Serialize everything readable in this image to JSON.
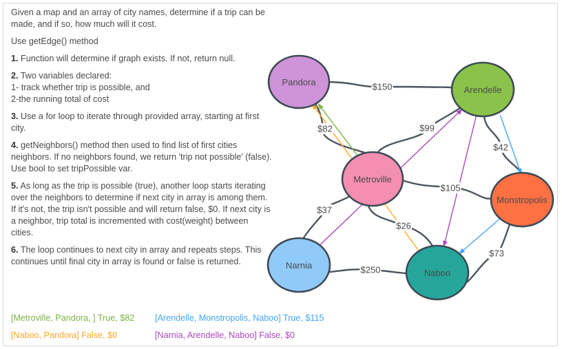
{
  "intro": "Given a map and an array of city names, determine if a trip can be made, and if so, how much will it cost.",
  "method": "Use getEdge() method",
  "steps": [
    {
      "num": "1.",
      "text": " Function will determine if graph exists. If not, return null."
    },
    {
      "num": "2.",
      "text": " Two variables declared:",
      "sub": [
        "1- track whether trip is possible, and",
        "2-the running total of cost"
      ]
    },
    {
      "num": "3.",
      "text": " Use a for loop to iterate through provided array, starting at first city."
    },
    {
      "num": "4.",
      "text": " getNeighbors() method then used to find list of first cities neighbors. If no neighbors found, we return 'trip not possible' (false). Use bool to set tripPossible var."
    },
    {
      "num": "5.",
      "text": " As long as the trip is possible (true), another loop starts iterating over the neighbors to determine if next city in array is among them. If it's not, the trip isn't possible and will return false, $0. If next city is a neighbor, trip total is incremented with cost(weight) between cities."
    },
    {
      "num": "6.",
      "text": " The loop continues to next city in array and  repeats steps. This continues until final city in array is found or false is returned."
    }
  ],
  "results": [
    {
      "text": "[Metroville, Pandora, ] True, $82",
      "color": "#7cb342"
    },
    {
      "text": "[Arendelle, Monstropolis, Naboo] True, $115",
      "color": "#42a5f5"
    },
    {
      "text": "[Naboo, Pandora] False, $0",
      "color": "#ffa726"
    },
    {
      "text": "[Narnia, Arendelle, Naboo] False, $0",
      "color": "#ab47bc"
    }
  ],
  "graph": {
    "nodes": [
      {
        "id": "pandora",
        "label": "Pandora",
        "color": "#ce93d8"
      },
      {
        "id": "arendelle",
        "label": "Arendelle",
        "color": "#8bc34a"
      },
      {
        "id": "metroville",
        "label": "Metroville",
        "color": "#f48fb1"
      },
      {
        "id": "monstropolis",
        "label": "Monstropolis",
        "color": "#ff7043"
      },
      {
        "id": "narnia",
        "label": "Narnia",
        "color": "#90caf9"
      },
      {
        "id": "naboo",
        "label": "Naboo",
        "color": "#26a69a"
      }
    ],
    "edges": [
      {
        "from": "pandora",
        "to": "arendelle",
        "weight": "$150"
      },
      {
        "from": "pandora",
        "to": "metroville",
        "weight": "$82"
      },
      {
        "from": "arendelle",
        "to": "metroville",
        "weight": "$99"
      },
      {
        "from": "arendelle",
        "to": "monstropolis",
        "weight": "$42"
      },
      {
        "from": "metroville",
        "to": "monstropolis",
        "weight": "$105"
      },
      {
        "from": "metroville",
        "to": "narnia",
        "weight": "$37"
      },
      {
        "from": "metroville",
        "to": "naboo",
        "weight": "$26"
      },
      {
        "from": "narnia",
        "to": "naboo",
        "weight": "$250"
      },
      {
        "from": "monstropolis",
        "to": "naboo",
        "weight": "$73"
      }
    ],
    "trip_arrows": [
      {
        "from": "metroville",
        "to": "pandora",
        "color": "#7cb342"
      },
      {
        "from": "arendelle",
        "to": "monstropolis",
        "color": "#42a5f5"
      },
      {
        "from": "monstropolis",
        "to": "naboo",
        "color": "#42a5f5"
      },
      {
        "from": "naboo",
        "to": "pandora",
        "color": "#ffa726"
      },
      {
        "from": "narnia",
        "to": "arendelle",
        "color": "#ab47bc"
      },
      {
        "from": "arendelle",
        "to": "naboo",
        "color": "#ab47bc"
      }
    ]
  }
}
